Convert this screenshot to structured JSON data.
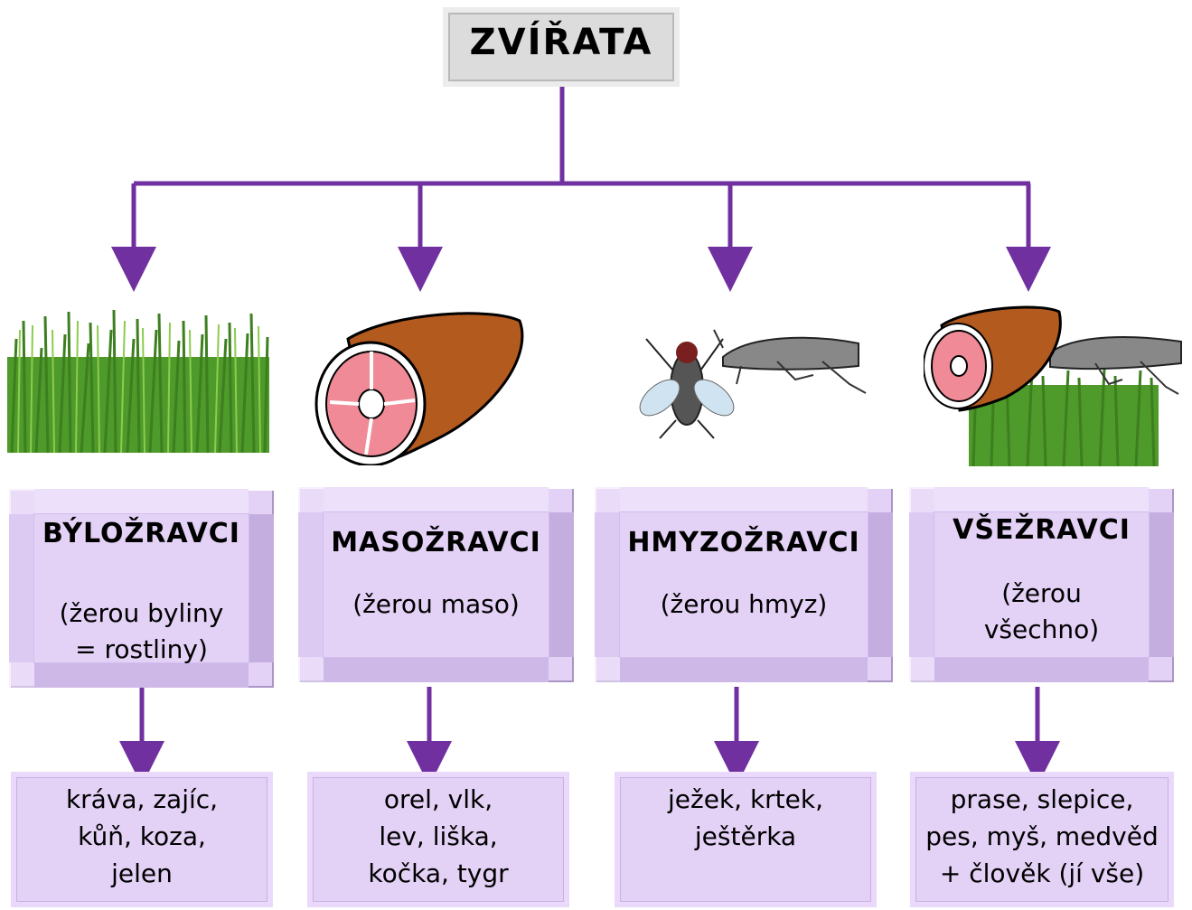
{
  "root": {
    "label": "ZVÍŘATA"
  },
  "categories": [
    {
      "title": "BÝLOŽRAVCI",
      "desc": "(žerou byliny = rostliny)",
      "examples": "kráva, zajíc,\nkůň, koza,\njelen",
      "image": "grass"
    },
    {
      "title": "MASOŽRAVCI",
      "desc": "(žerou maso)",
      "examples": "orel, vlk,\nlev, liška,\nkočka, tygr",
      "image": "meat"
    },
    {
      "title": "HMYZOŽRAVCI",
      "desc": "(žerou hmyz)",
      "examples": "ježek, krtek,\nještěrka",
      "image": "fly-and-grasshopper"
    },
    {
      "title": "VŠEŽRAVCI",
      "desc": "(žerou všechno)",
      "examples": "prase, slepice,\npes, myš, medvěd\n+ člověk (jí vše)",
      "image": "meat-grasshopper-grass"
    }
  ],
  "colors": {
    "line": "#7030a0",
    "box": "#e3d1f6",
    "root_box": "#dcdcdc",
    "grass": "#4e9a2a",
    "meat": "#b35a1f",
    "meat_inner": "#f08a96"
  }
}
